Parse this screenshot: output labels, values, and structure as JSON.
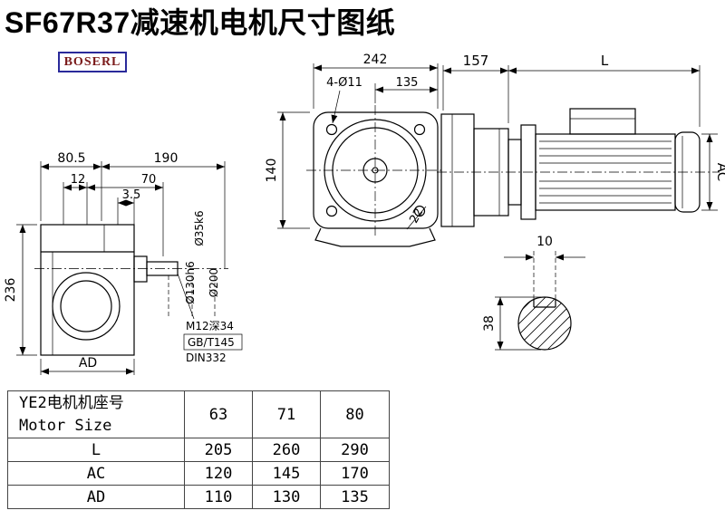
{
  "page": {
    "title": "SF67R37减速机电机尺寸图纸"
  },
  "logo": {
    "text": "BOSERL"
  },
  "side_view": {
    "dim_top_left": "80.5",
    "dim_top_right": "190",
    "dim_12": "12",
    "dim_70": "70",
    "dim_3_5": "3.5",
    "dim_height": "236",
    "dim_ad": "AD",
    "shaft_dia": "Ø35k6",
    "spigot_dia": "Ø130h6",
    "flange_dia": "Ø200",
    "tap_note": "M12深34",
    "std_note1": "GB/T145",
    "std_note2": "DIN332"
  },
  "front_view": {
    "dim_width": "242",
    "dim_135": "135",
    "holes_note": "4-Ø11",
    "dim_140": "140",
    "dim_22": "22"
  },
  "motor_view": {
    "dim_157": "157",
    "dim_l": "L",
    "dim_ac": "AC"
  },
  "shaft_section": {
    "key_width": "10",
    "shaft_dia": "38"
  },
  "table": {
    "header": {
      "line1": "YE2电机机座号",
      "line2": "Motor Size",
      "sizes": [
        "63",
        "71",
        "80"
      ]
    },
    "rows": [
      {
        "label": "L",
        "values": [
          "205",
          "260",
          "290"
        ]
      },
      {
        "label": "AC",
        "values": [
          "120",
          "145",
          "170"
        ]
      },
      {
        "label": "AD",
        "values": [
          "110",
          "130",
          "135"
        ]
      }
    ]
  }
}
